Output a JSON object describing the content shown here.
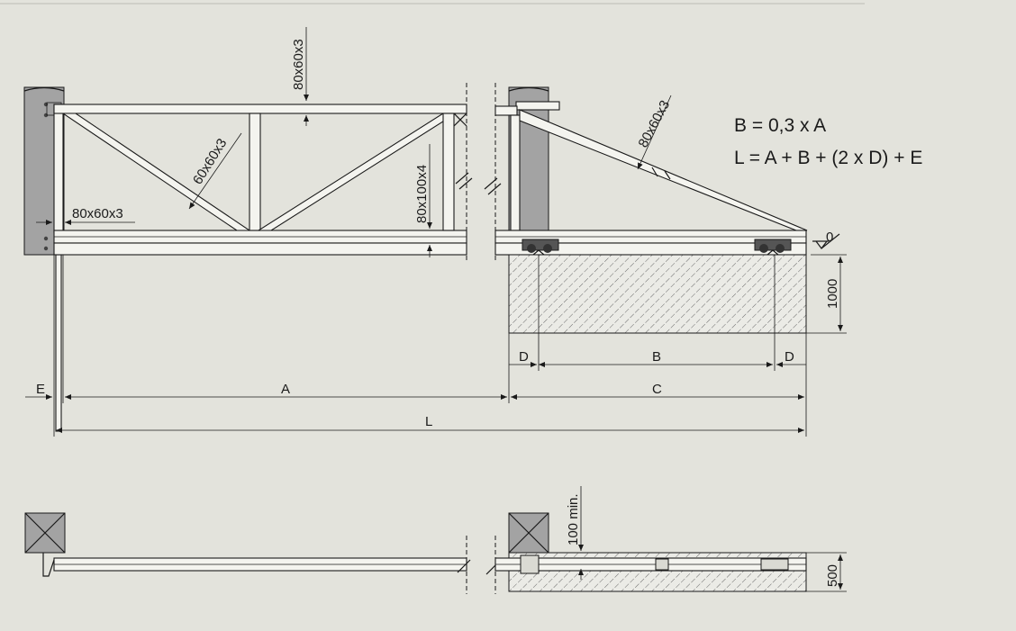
{
  "formulas": {
    "b": "B = 0,3 x A",
    "l": "L = A + B + (2 x D) + E"
  },
  "profiles": {
    "top_rail": "80x60x3",
    "diagonal": "60x60x3",
    "side_post": "80x60x3",
    "bottom_beam": "80x100x4",
    "tail_diagonal": "80x60x3"
  },
  "dimensions": {
    "a": "A",
    "b": "B",
    "c": "C",
    "d_left": "D",
    "d_right": "D",
    "e": "E",
    "l": "L",
    "foundation_height": "1000",
    "foundation_width": "500",
    "min_clearance": "100 min."
  },
  "level_mark": "0",
  "colors": {
    "background": "#e3e3dc",
    "post": "#a3a3a3",
    "line": "#1a1a1a"
  }
}
